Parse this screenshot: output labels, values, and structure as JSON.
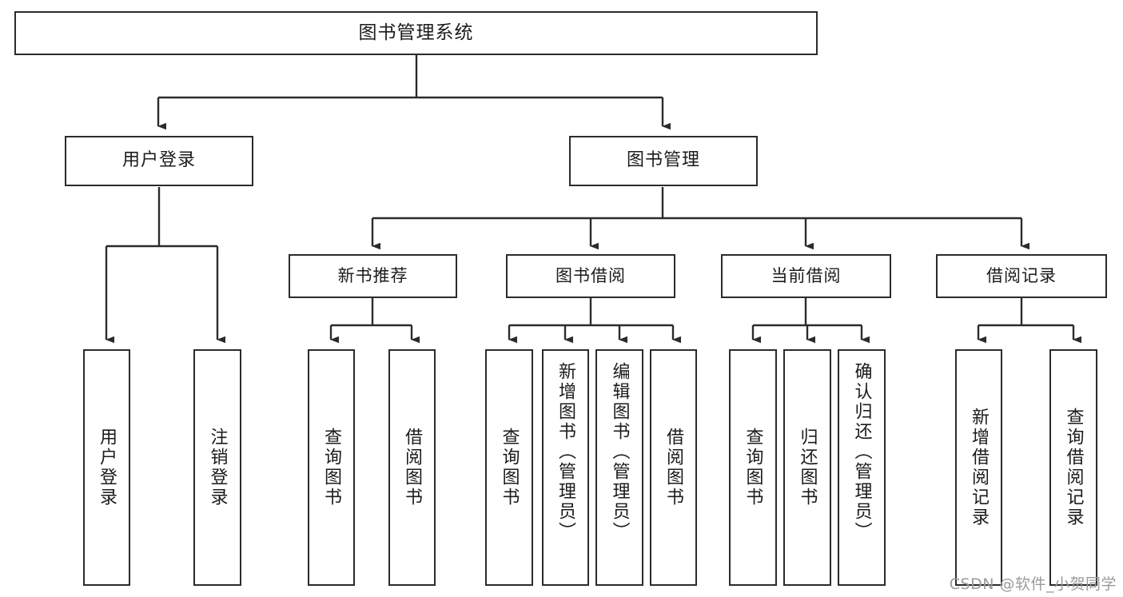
{
  "diagram": {
    "title": "图书管理系统",
    "type": "tree-hierarchy",
    "root": {
      "label": "图书管理系统"
    },
    "level1": [
      {
        "label": "用户登录"
      },
      {
        "label": "图书管理"
      }
    ],
    "level2": [
      {
        "label": "新书推荐"
      },
      {
        "label": "图书借阅"
      },
      {
        "label": "当前借阅"
      },
      {
        "label": "借阅记录"
      }
    ],
    "leaves": {
      "user_login": [
        {
          "label": "用户登录"
        },
        {
          "label": "注销登录"
        }
      ],
      "new_book_recommend": [
        {
          "label": "查询图书"
        },
        {
          "label": "借阅图书"
        }
      ],
      "book_borrow": [
        {
          "label": "查询图书"
        },
        {
          "label": "新增图书（管理员）"
        },
        {
          "label": "编辑图书（管理员）"
        },
        {
          "label": "借阅图书"
        }
      ],
      "current_borrow": [
        {
          "label": "查询图书"
        },
        {
          "label": "归还图书"
        },
        {
          "label": "确认归还（管理员）"
        }
      ],
      "borrow_record": [
        {
          "label": "新增借阅记录"
        },
        {
          "label": "查询借阅记录"
        }
      ]
    }
  },
  "watermark": {
    "text": "CSDN @软件_小贺同学"
  },
  "colors": {
    "stroke": "#2b2b2b",
    "text": "#1b1b1b",
    "background": "#ffffff",
    "watermark": "#9b9b9b"
  }
}
